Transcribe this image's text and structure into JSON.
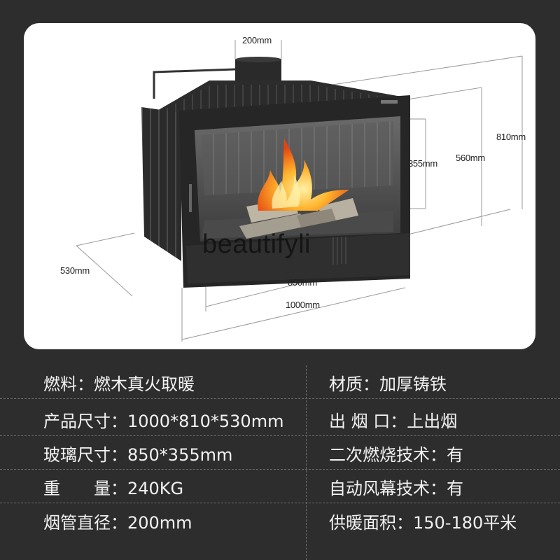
{
  "diagram": {
    "watermark": "beautifyli",
    "dimensions": {
      "flue_diameter": "200mm",
      "total_height": "810mm",
      "body_height": "560mm",
      "glass_height": "355mm",
      "depth": "530mm",
      "glass_width": "850mm",
      "total_width": "1000mm"
    }
  },
  "specs": {
    "rows": [
      {
        "left": "燃料：燃木真火取暖",
        "right": "材质：加厚铸铁"
      },
      {
        "left": "产品尺寸：1000*810*530mm",
        "right": "出 烟 口：上出烟"
      },
      {
        "left": "玻璃尺寸：850*355mm",
        "right": "二次燃烧技术：有"
      },
      {
        "left": "重　　量：240KG",
        "right": "自动风幕技术：有"
      },
      {
        "left": "烟管直径：200mm",
        "right": "供暖面积：150-180平米"
      }
    ]
  },
  "colors": {
    "background": "#2d2d2d",
    "card": "#ffffff",
    "stove_body": "#2a2a2a",
    "flame": "#ff8a1a"
  }
}
